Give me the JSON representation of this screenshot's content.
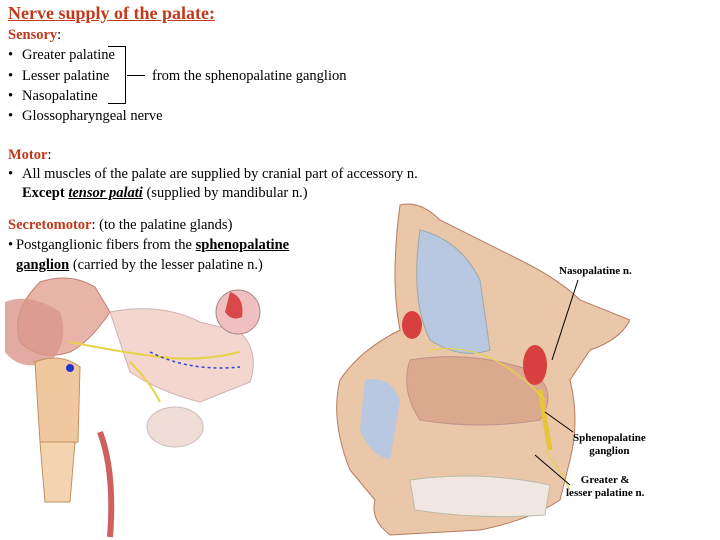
{
  "title": "Nerve supply of the palate",
  "title_colon": ":",
  "sensory": {
    "heading": "Sensory",
    "colon": ":",
    "items": [
      "Greater palatine",
      "Lesser palatine",
      "Nasopalatine",
      "Glossopharyngeal nerve"
    ],
    "bracket_note": "from the sphenopalatine ganglion"
  },
  "motor": {
    "heading": "Motor",
    "colon": ":",
    "line1": "All muscles of the palate are supplied by cranial part of accessory n.",
    "except_label": "Except",
    "except_term": "tensor palati",
    "except_note": " (supplied by mandibular n.)"
  },
  "secretomotor": {
    "heading": "Secretomotor",
    "rest": ": (to the palatine glands)",
    "line1_pre": "Postganglionic fibers from the ",
    "line1_term": "sphenopalatine",
    "line2_term": "ganglion",
    "line2_rest": " (carried by the lesser palatine n.)"
  },
  "figure_labels": {
    "nasopalatine": "Nasopalatine n.",
    "sphenopalatine_1": "Sphenopalatine",
    "sphenopalatine_2": "ganglion",
    "greater_1": "Greater &",
    "greater_2": "lesser palatine n."
  },
  "colors": {
    "heading_red": "#c0391a"
  }
}
